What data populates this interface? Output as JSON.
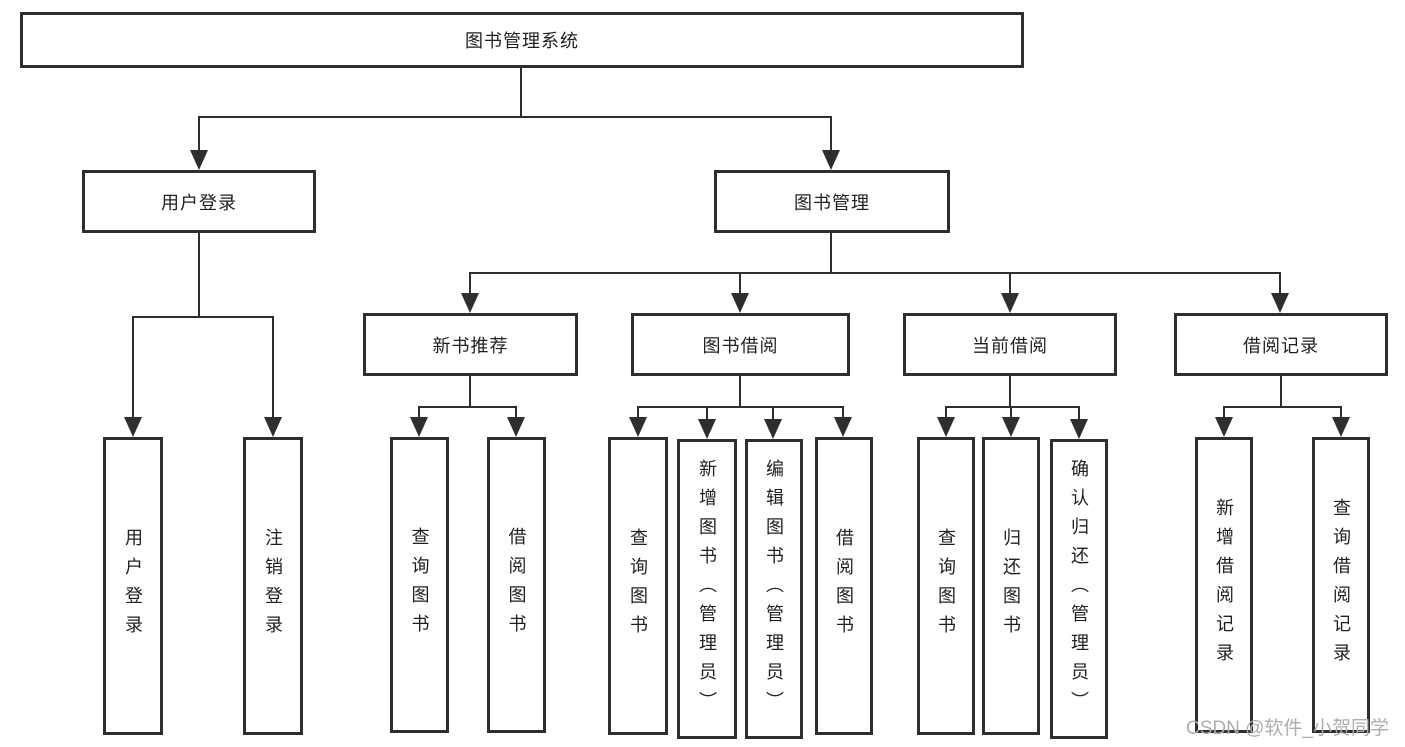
{
  "diagram_title": "图书管理系统",
  "tree": {
    "label": "图书管理系统",
    "children": [
      {
        "label": "用户登录",
        "children": [
          {
            "label": "用户登录"
          },
          {
            "label": "注销登录"
          }
        ]
      },
      {
        "label": "图书管理",
        "children": [
          {
            "label": "新书推荐",
            "children": [
              {
                "label": "查询图书"
              },
              {
                "label": "借阅图书"
              }
            ]
          },
          {
            "label": "图书借阅",
            "children": [
              {
                "label": "查询图书"
              },
              {
                "label": "新增图书（管理员）"
              },
              {
                "label": "编辑图书（管理员）"
              },
              {
                "label": "借阅图书"
              }
            ]
          },
          {
            "label": "当前借阅",
            "children": [
              {
                "label": "查询图书"
              },
              {
                "label": "归还图书"
              },
              {
                "label": "确认归还（管理员）"
              }
            ]
          },
          {
            "label": "借阅记录",
            "children": [
              {
                "label": "新增借阅记录"
              },
              {
                "label": "查询借阅记录"
              }
            ]
          }
        ]
      }
    ]
  },
  "watermark": {
    "text": "CSDN @软件_小贺同学"
  },
  "colors": {
    "line": "#2e2e2e",
    "text": "#1f1f1f",
    "box_fill": "#ffffff",
    "background": "#ffffff",
    "watermark": "#adadb2"
  }
}
